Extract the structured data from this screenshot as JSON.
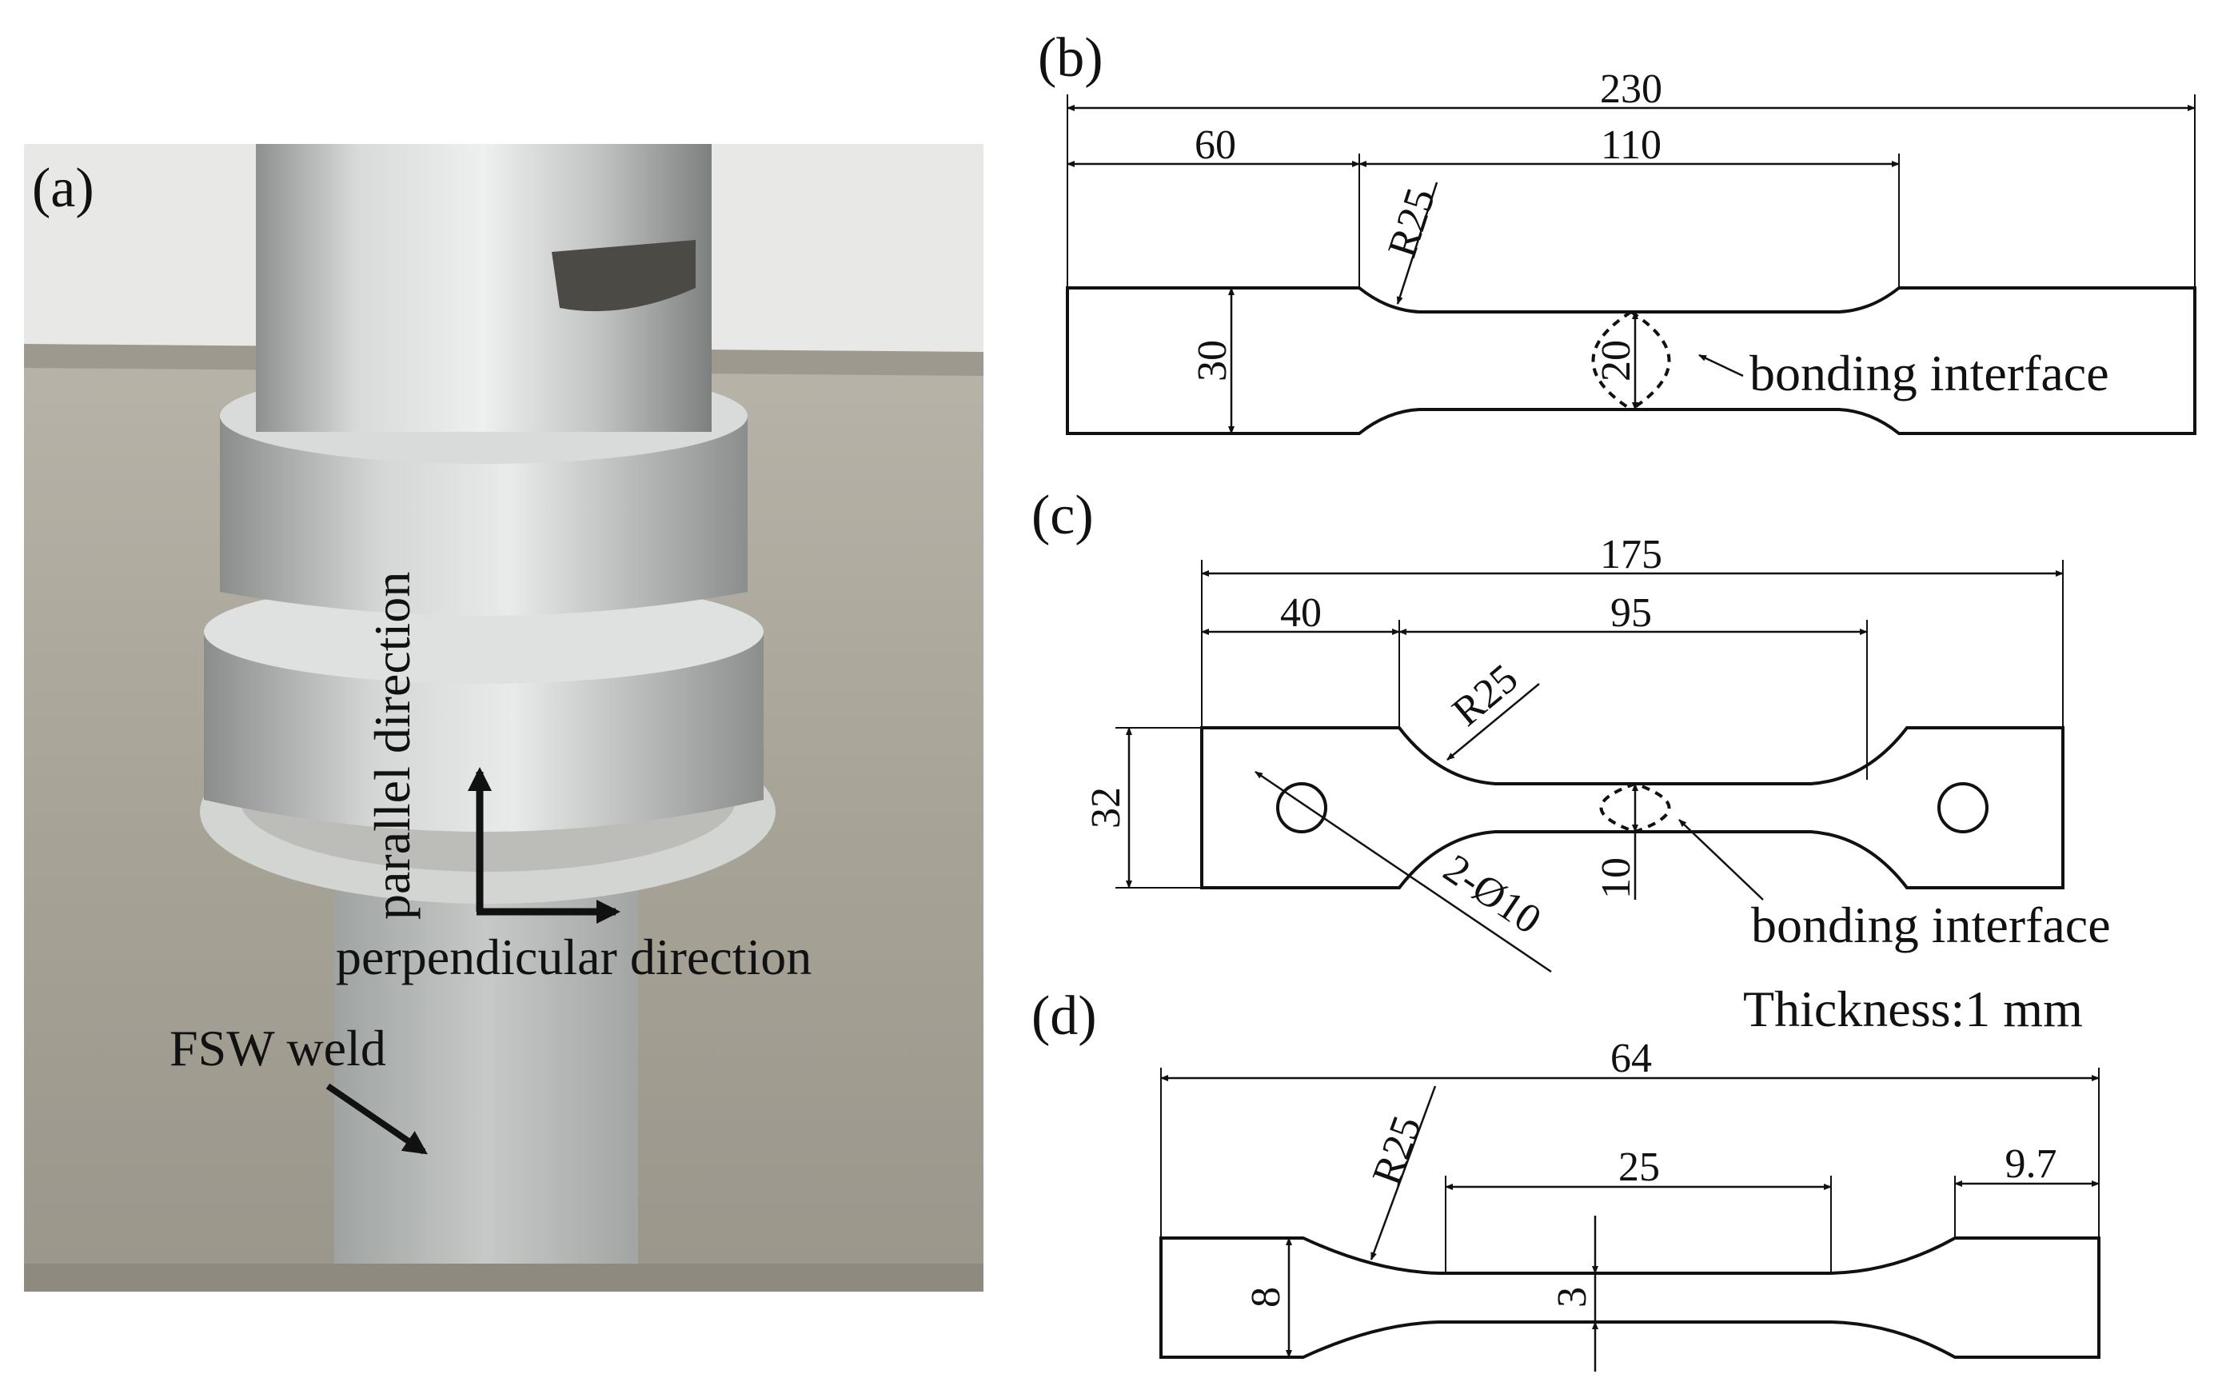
{
  "panels": {
    "a": {
      "label": "(a)",
      "parallel_label": "parallel direction",
      "perpendicular_label": "perpendicular direction",
      "weld_label": "FSW weld",
      "colors": {
        "plate": "#a39f94",
        "tool": "#c9cbc9",
        "background": "#e8e8e6"
      }
    },
    "b": {
      "label": "(b)",
      "dims": {
        "total_length": "230",
        "grip_length": "60",
        "gauge_length": "110",
        "radius": "R25",
        "grip_width": "30",
        "gauge_width": "20"
      },
      "annotation": "bonding interface"
    },
    "c": {
      "label": "(c)",
      "dims": {
        "total_length": "175",
        "grip_length": "40",
        "gauge_length": "95",
        "radius": "R25",
        "grip_width": "32",
        "gauge_width": "10",
        "holes": "2-Ø10"
      },
      "annotation": "bonding interface",
      "thickness": "Thickness:1 mm"
    },
    "d": {
      "label": "(d)",
      "dims": {
        "total_length": "64",
        "grip_length": "9.7",
        "gauge_length": "25",
        "radius": "R25",
        "grip_width": "8",
        "gauge_width": "3"
      }
    }
  }
}
